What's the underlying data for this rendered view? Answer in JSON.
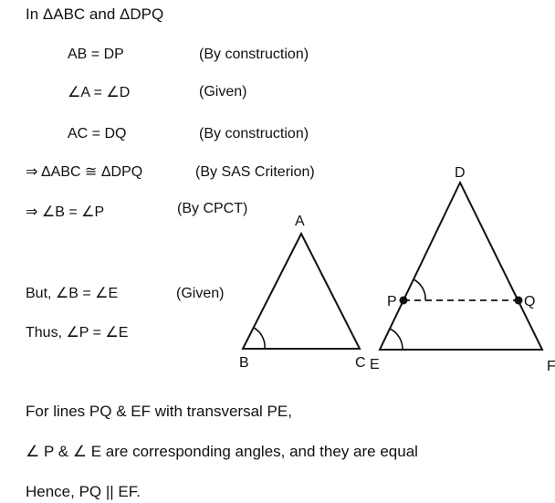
{
  "proof": {
    "intro": "In ΔABC and  ΔDPQ",
    "steps": [
      {
        "statement": "AB = DP",
        "reason": "(By construction)"
      },
      {
        "statement": "∠A = ∠D",
        "reason": "(Given)"
      },
      {
        "statement": "AC = DQ",
        "reason": "(By construction)"
      }
    ],
    "congruence": {
      "statement": "⇒  ΔABC  ≅ ΔDPQ",
      "reason": "(By SAS Criterion)"
    },
    "cpct": {
      "statement": "⇒ ∠B = ∠P",
      "reason": "(By CPCT)"
    },
    "given": {
      "statement": "But,    ∠B = ∠E",
      "reason": "(Given)"
    },
    "thus": {
      "statement": "Thus, ∠P = ∠E"
    },
    "conclusion": [
      "For lines PQ & EF with transversal PE,",
      "∠ P & ∠ E are corresponding angles, and they are equal",
      "Hence, PQ || EF."
    ]
  },
  "figure": {
    "triangle_abc": {
      "labels": {
        "A": "A",
        "B": "B",
        "C": "C"
      }
    },
    "triangle_def": {
      "labels": {
        "D": "D",
        "E": "E",
        "F": "F",
        "P": "P",
        "Q": "Q"
      }
    },
    "line_color": "#111111"
  }
}
